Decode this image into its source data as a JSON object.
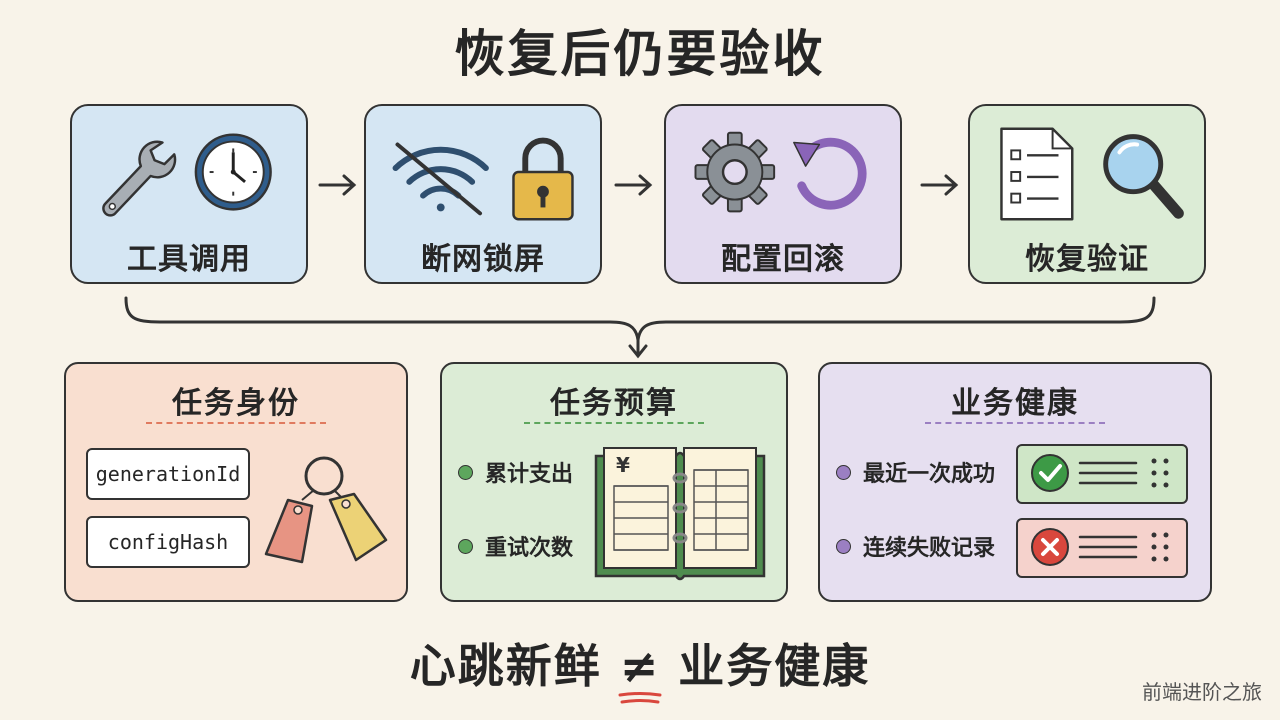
{
  "title": "恢复后仍要验收",
  "flow": {
    "steps": [
      {
        "label": "工具调用",
        "icons": [
          "wrench-icon",
          "clock-icon"
        ],
        "color": "#d5e6f3"
      },
      {
        "label": "断网锁屏",
        "icons": [
          "wifi-off-icon",
          "padlock-icon"
        ],
        "color": "#d5e6f3"
      },
      {
        "label": "配置回滚",
        "icons": [
          "gear-icon",
          "undo-arrow-icon"
        ],
        "color": "#e3dbef"
      },
      {
        "label": "恢复验证",
        "icons": [
          "checklist-document-icon",
          "magnifier-icon"
        ],
        "color": "#dcecd6"
      }
    ]
  },
  "cards": {
    "identity": {
      "title": "任务身份",
      "fields": [
        "generationId",
        "configHash"
      ],
      "icon": "key-tags-icon",
      "color": "#f9dfd0",
      "accent": "#e07a5f"
    },
    "budget": {
      "title": "任务预算",
      "items": [
        "累计支出",
        "重试次数"
      ],
      "icon": "ledger-book-icon",
      "ledger_symbol": "¥",
      "color": "#dcecd6",
      "accent": "#5da65d"
    },
    "health": {
      "title": "业务健康",
      "items": [
        "最近一次成功",
        "连续失败记录"
      ],
      "icons": [
        "success-check-icon",
        "failure-x-icon"
      ],
      "color": "#e6dff0",
      "accent": "#9b7fc2"
    }
  },
  "footer": {
    "left": "心跳新鲜",
    "symbol": "≠",
    "right": "业务健康"
  },
  "watermark": "前端进阶之旅"
}
